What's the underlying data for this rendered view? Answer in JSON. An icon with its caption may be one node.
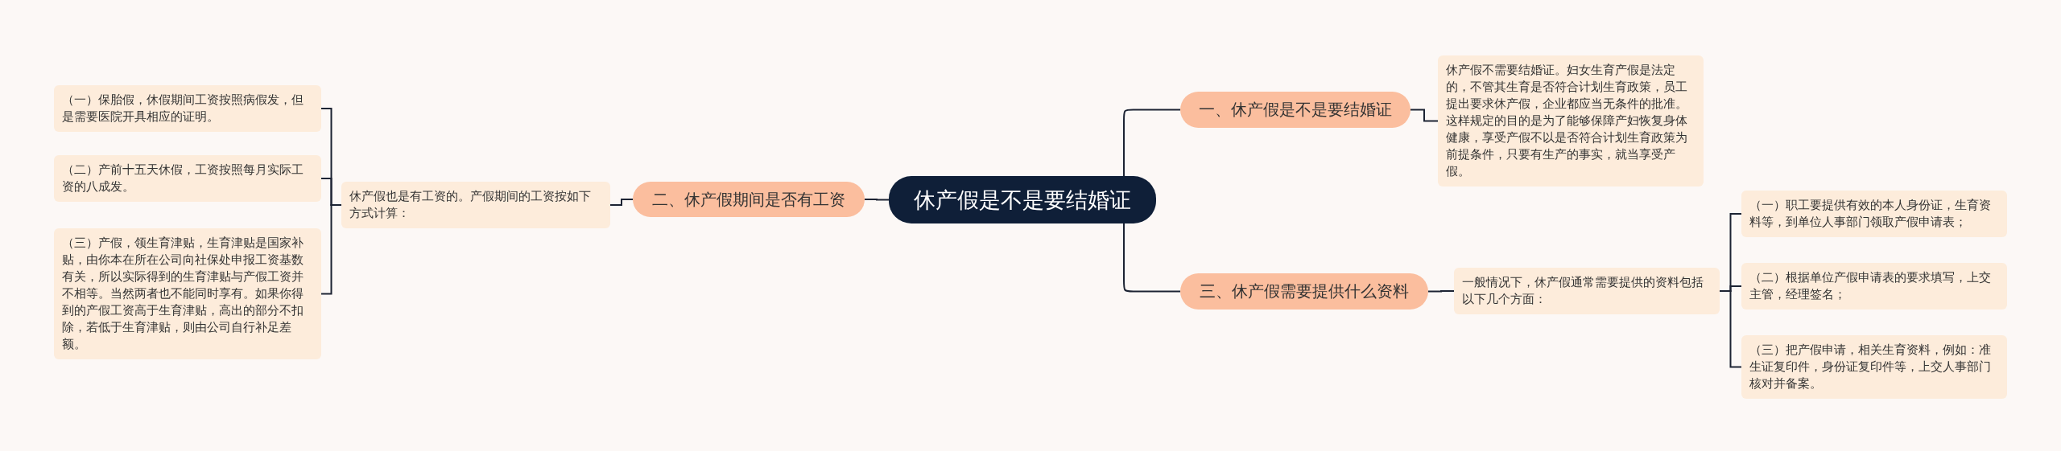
{
  "diagram": {
    "nodes": [
      {
        "text": [
          "休产假是不是要结婚证"
        ]
      },
      {
        "text": [
          "一、休产假是不是要结婚证"
        ]
      },
      {
        "text": [
          "休产假不需要结婚证。妇女生育产假是法定的，不管其生育是否符合计划生育政策，员工提出要求休产假，企业都应当无条件的批准。这样规定的目的是为了能够保障产妇恢复身体健康，享受产假不以是否符合计划生育政策为前提条件，只要有生产的事实，就当享受产假。"
        ]
      },
      {
        "text": [
          "二、休产假期间是否有工资"
        ]
      },
      {
        "text": [
          "休产假也是有工资的。产假期间的工资按如下方式计算："
        ]
      },
      {
        "text": [
          "（一）保胎假，休假期间工资按照病假发，但是需要医院开具相应的证明。"
        ]
      },
      {
        "text": [
          "（二）产前十五天休假，工资按照每月实际工资的八成发。"
        ]
      },
      {
        "text": [
          "（三）产假，领生育津贴，生育津贴是国家补贴，由你本在所在公司向社保处申报工资基数有关，所以实际得到的生育津贴与产假工资并不相等。当然两者也不能同时享有。如果你得到的产假工资高于生育津贴，高出的部分不扣除，若低于生育津贴，则由公司自行补足差额。"
        ]
      },
      {
        "text": [
          "三、休产假需要提供什么资料"
        ]
      },
      {
        "text": [
          "一般情况下，休产假通常需要提供的资料包括以下几个方面："
        ]
      },
      {
        "text": [
          "（一）职工要提供有效的本人身份证，生育资料等，到单位人事部门领取产假申请表；"
        ]
      },
      {
        "text": [
          "（二）根据单位产假申请表的要求填写，上交主管，经理签名；"
        ]
      },
      {
        "text": [
          "（三）把产假申请，相关生育资料，例如：准生证复印件，身份证复印件等，上交人事部门核对并备案。"
        ]
      }
    ],
    "edges": [
      {
        "from": 0,
        "to": 1,
        "arrow": "none"
      },
      {
        "from": 1,
        "to": 2,
        "arrow": "none"
      },
      {
        "from": 0,
        "to": 3,
        "arrow": "none"
      },
      {
        "from": 3,
        "to": 4,
        "arrow": "none"
      },
      {
        "from": 4,
        "to": 5,
        "arrow": "none"
      },
      {
        "from": 4,
        "to": 6,
        "arrow": "none"
      },
      {
        "from": 4,
        "to": 7,
        "arrow": "none"
      },
      {
        "from": 0,
        "to": 8,
        "arrow": "none"
      },
      {
        "from": 8,
        "to": 9,
        "arrow": "none"
      },
      {
        "from": 9,
        "to": 10,
        "arrow": "none"
      },
      {
        "from": 9,
        "to": 11,
        "arrow": "none"
      },
      {
        "from": 9,
        "to": 12,
        "arrow": "none"
      }
    ]
  }
}
